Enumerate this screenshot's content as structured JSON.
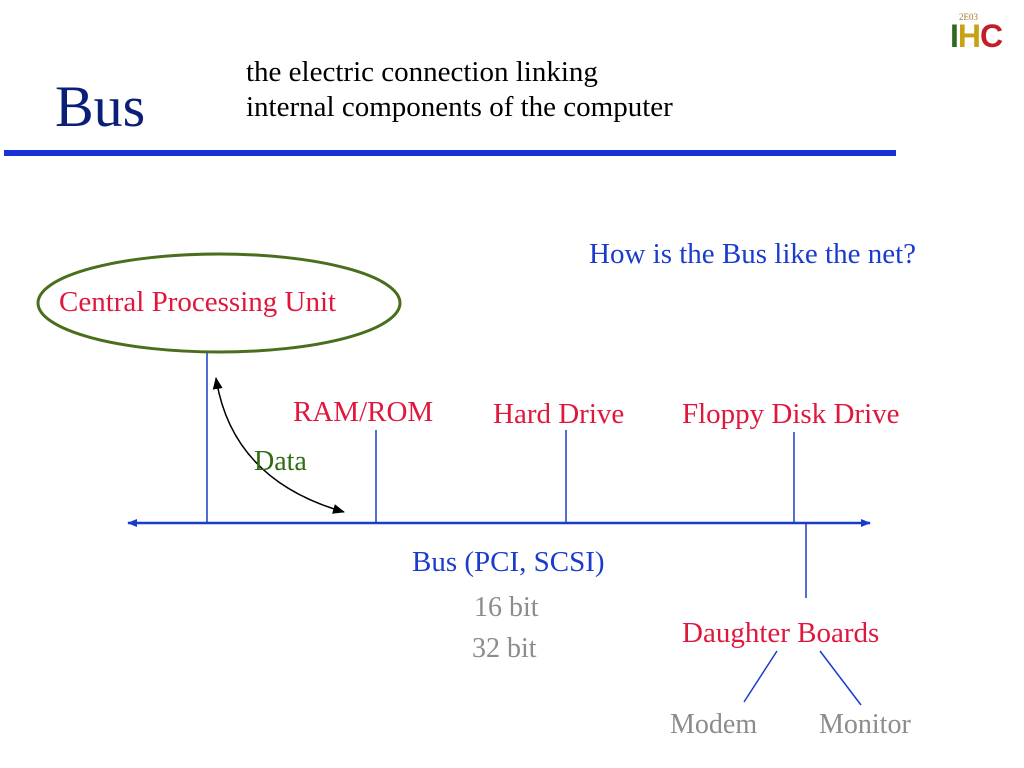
{
  "slide": {
    "title": "Bus",
    "subtitle_line1": "the electric connection linking",
    "subtitle_line2": "internal components of the computer",
    "question": "How is the Bus like the net?",
    "logo": {
      "top_text": "2E03",
      "letters": [
        "I",
        "H",
        "C"
      ]
    }
  },
  "diagram": {
    "cpu": "Central Processing Unit",
    "ram_rom": "RAM/ROM",
    "hard_drive": "Hard Drive",
    "floppy": "Floppy Disk Drive",
    "data": "Data",
    "bus": "Bus (PCI, SCSI)",
    "width_16": "16 bit",
    "width_32": "32 bit",
    "daughter_boards": "Daughter Boards",
    "modem": "Modem",
    "monitor": "Monitor"
  },
  "colors": {
    "title": "#0b1f78",
    "rule": "#1830d8",
    "component_label": "#e0173d",
    "bus_label": "#1a3ccc",
    "data_label": "#2f6d14",
    "muted": "#8c8c8c",
    "cpu_ellipse": "#4a6e1c"
  }
}
